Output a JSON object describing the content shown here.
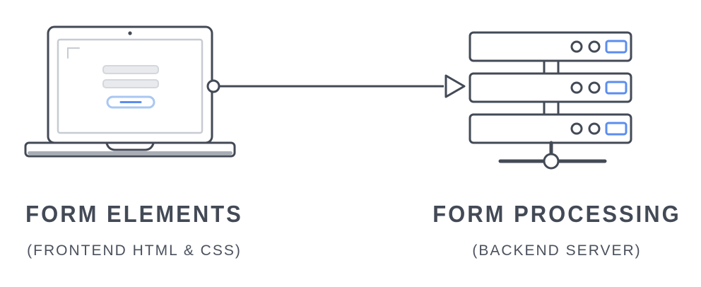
{
  "diagram": {
    "left": {
      "title": "FORM ELEMENTS",
      "subtitle": "(FRONTEND HTML & CSS)"
    },
    "right": {
      "title": "FORM PROCESSING",
      "subtitle": "(BACKEND SERVER)"
    },
    "colors": {
      "outline": "#434a56",
      "accent_blue": "#5b8def",
      "light_blue": "#a9c7f2",
      "field_gray": "#e8eaee",
      "base_shadow": "#a9aeb6"
    }
  }
}
